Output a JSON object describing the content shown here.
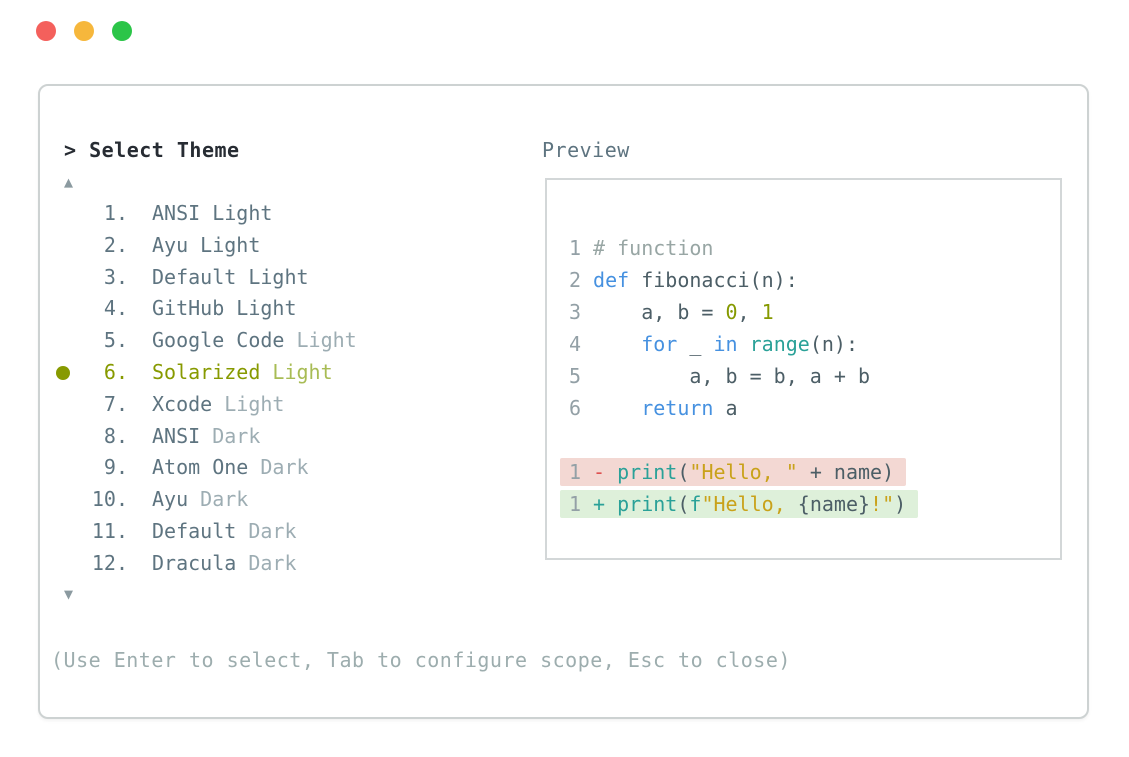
{
  "window": {
    "traffic_lights": [
      {
        "name": "close",
        "color": "#f4605c"
      },
      {
        "name": "minimize",
        "color": "#f6b73c"
      },
      {
        "name": "zoom",
        "color": "#2bc548"
      }
    ]
  },
  "prompt": {
    "text": "> Select Theme"
  },
  "theme_list": {
    "scroll_up_indicator": "▲",
    "scroll_down_indicator": "▼",
    "selected_number": 6,
    "items": [
      {
        "number": "1.",
        "label": "ANSI",
        "suffix": "Light",
        "suffix_muted": false,
        "selected": false
      },
      {
        "number": "2.",
        "label": "Ayu",
        "suffix": "Light",
        "suffix_muted": false,
        "selected": false
      },
      {
        "number": "3.",
        "label": "Default",
        "suffix": "Light",
        "suffix_muted": false,
        "selected": false
      },
      {
        "number": "4.",
        "label": "GitHub",
        "suffix": "Light",
        "suffix_muted": false,
        "selected": false
      },
      {
        "number": "5.",
        "label": "Google Code",
        "suffix": "Light",
        "suffix_muted": true,
        "selected": false
      },
      {
        "number": "6.",
        "label": "Solarized",
        "suffix": "Light",
        "suffix_muted": false,
        "selected": true
      },
      {
        "number": "7.",
        "label": "Xcode",
        "suffix": "Light",
        "suffix_muted": true,
        "selected": false
      },
      {
        "number": "8.",
        "label": "ANSI",
        "suffix": "Dark",
        "suffix_muted": true,
        "selected": false
      },
      {
        "number": "9.",
        "label": "Atom One",
        "suffix": "Dark",
        "suffix_muted": true,
        "selected": false
      },
      {
        "number": "10.",
        "label": "Ayu",
        "suffix": "Dark",
        "suffix_muted": true,
        "selected": false
      },
      {
        "number": "11.",
        "label": "Default",
        "suffix": "Dark",
        "suffix_muted": true,
        "selected": false
      },
      {
        "number": "12.",
        "label": "Dracula",
        "suffix": "Dark",
        "suffix_muted": true,
        "selected": false
      }
    ]
  },
  "preview": {
    "label": "Preview",
    "code_lines": [
      {
        "number": "1",
        "tokens": [
          {
            "t": "# function",
            "c": "comment"
          }
        ]
      },
      {
        "number": "2",
        "tokens": [
          {
            "t": "def",
            "c": "keyword"
          },
          {
            "t": " fibonacci(n):",
            "c": "default"
          }
        ]
      },
      {
        "number": "3",
        "tokens": [
          {
            "t": "    a, b = ",
            "c": "default"
          },
          {
            "t": "0",
            "c": "number"
          },
          {
            "t": ", ",
            "c": "default"
          },
          {
            "t": "1",
            "c": "number"
          }
        ]
      },
      {
        "number": "4",
        "tokens": [
          {
            "t": "    ",
            "c": "default"
          },
          {
            "t": "for",
            "c": "keyword"
          },
          {
            "t": " _ ",
            "c": "default"
          },
          {
            "t": "in",
            "c": "keyword"
          },
          {
            "t": " ",
            "c": "default"
          },
          {
            "t": "range",
            "c": "builtin"
          },
          {
            "t": "(n):",
            "c": "default"
          }
        ]
      },
      {
        "number": "5",
        "tokens": [
          {
            "t": "        a, b = b, a + b",
            "c": "default"
          }
        ]
      },
      {
        "number": "6",
        "tokens": [
          {
            "t": "    ",
            "c": "default"
          },
          {
            "t": "return",
            "c": "keyword"
          },
          {
            "t": " a",
            "c": "default"
          }
        ]
      }
    ],
    "diff_lines": [
      {
        "number": "1",
        "kind": "removed",
        "tokens": [
          {
            "t": "- ",
            "c": "removed"
          },
          {
            "t": "print",
            "c": "builtin"
          },
          {
            "t": "(",
            "c": "default"
          },
          {
            "t": "\"Hello, \"",
            "c": "string"
          },
          {
            "t": " + name",
            "c": "default"
          },
          {
            "t": ")",
            "c": "default"
          }
        ]
      },
      {
        "number": "1",
        "kind": "added",
        "tokens": [
          {
            "t": "+ ",
            "c": "added"
          },
          {
            "t": "print",
            "c": "builtin"
          },
          {
            "t": "(",
            "c": "default"
          },
          {
            "t": "f",
            "c": "builtin"
          },
          {
            "t": "\"Hello, ",
            "c": "string"
          },
          {
            "t": "{name}",
            "c": "default"
          },
          {
            "t": "!\"",
            "c": "string"
          },
          {
            "t": ")",
            "c": "default"
          }
        ]
      }
    ]
  },
  "footer": {
    "hint": "(Use Enter to select, Tab to configure scope, Esc to close)"
  },
  "colors": {
    "list_primary": "#5e7480",
    "list_muted": "#9dadb3",
    "accent": "#879a00",
    "accent_muted": "#a8bc55",
    "prompt": "#272c33",
    "footer": "#9dadae",
    "panel_border": "#cdd2d2",
    "box_border": "#d3d7d8",
    "keyword": "#4691e0",
    "builtin": "#2aa198",
    "string": "#c9a21a",
    "number": "#859900",
    "comment": "#98a6a4",
    "code_default": "#4c5e66",
    "line_number": "#93a0a6",
    "removed": "#de5050",
    "added": "#2aa198",
    "removed_bg": "#f3d8d3",
    "added_bg": "#def0da"
  }
}
